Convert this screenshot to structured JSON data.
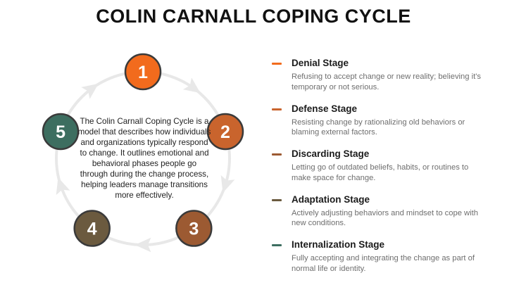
{
  "title": "COLIN CARNALL COPING CYCLE",
  "center_text": "The Colin Carnall Coping Cycle is a model that describes how individuals and organizations typically respond to change. It outlines emotional and behavioral phases people go through during the change process, helping leaders manage transitions more effectively.",
  "cycle": {
    "ring_color": "#e8e8e8",
    "nodes": [
      {
        "number": "1",
        "color": "#f26b1d"
      },
      {
        "number": "2",
        "color": "#c9642d"
      },
      {
        "number": "3",
        "color": "#9c5a32"
      },
      {
        "number": "4",
        "color": "#6b5a3f"
      },
      {
        "number": "5",
        "color": "#3d6e60"
      }
    ]
  },
  "stages": [
    {
      "title": "Denial Stage",
      "description": "Refusing to accept change or new reality; believing it's temporary or not serious.",
      "color": "#f26b1d"
    },
    {
      "title": "Defense Stage",
      "description": "Resisting change by rationalizing old behaviors or blaming external factors.",
      "color": "#c9642d"
    },
    {
      "title": "Discarding Stage",
      "description": "Letting go of outdated beliefs, habits, or routines to make space for change.",
      "color": "#9c5a32"
    },
    {
      "title": "Adaptation Stage",
      "description": "Actively adjusting behaviors and mindset to cope with new conditions.",
      "color": "#6b5a3f"
    },
    {
      "title": "Internalization Stage",
      "description": "Fully accepting and integrating the change as part of normal life or identity.",
      "color": "#3d6e60"
    }
  ]
}
